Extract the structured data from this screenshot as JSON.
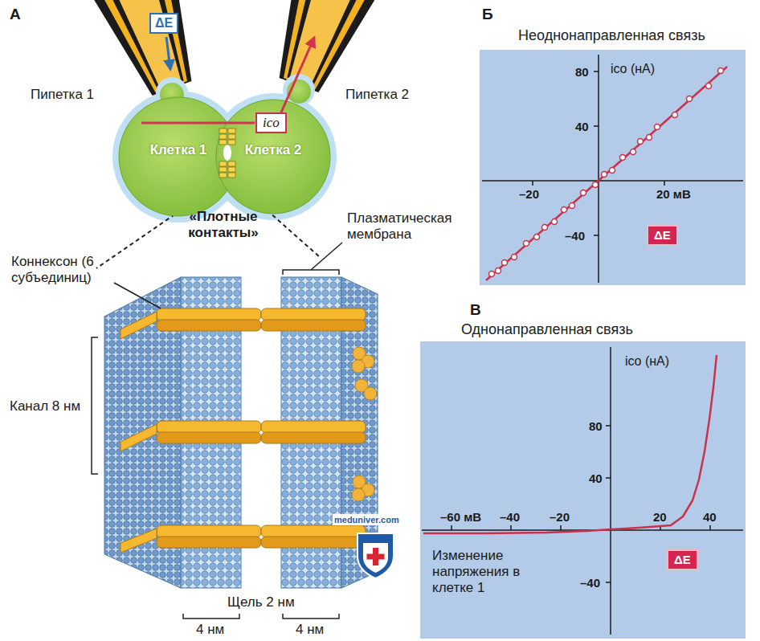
{
  "diagram": {
    "nodes": [
      {
        "text": [
          "ΔE"
        ]
      },
      {
        "text": [
          "Клетка 1"
        ]
      },
      {
        "text": [
          "Клетка 2"
        ]
      },
      {
        "text": [
          "ico"
        ]
      },
      {
        "text": [
          "ΔE"
        ]
      },
      {
        "text": [
          "ΔE"
        ]
      }
    ],
    "labels": [
      "А",
      "Пипетка 1",
      "Пипетка 2",
      "«Плотные контакты»",
      "Плазматическая мембрана",
      "Коннексон (6 субъединиц)",
      "Канал 8 нм",
      "meduniver.com",
      "Щель 2 нм",
      "4 нм",
      "4 нм",
      "Б",
      "Неоднонаправленная связь",
      "ico (нА)",
      "80",
      "40",
      "–20",
      "20 мВ",
      "–40",
      "В",
      "Однонаправленная связь",
      "ico (нА)",
      "80",
      "40",
      "–60 мВ",
      "–40",
      "–20",
      "20",
      "40",
      "Изменение напряжения в клетке 1",
      "–40"
    ]
  }
}
